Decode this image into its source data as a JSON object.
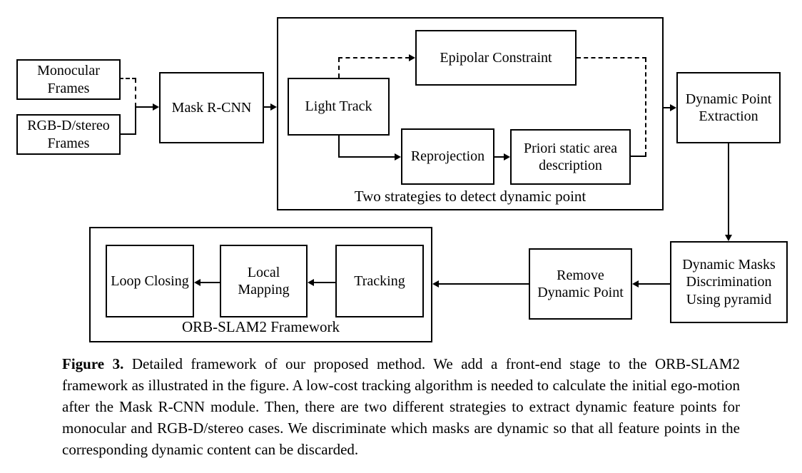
{
  "colors": {
    "background": "#ffffff",
    "line": "#000000",
    "text": "#000000"
  },
  "nodes": {
    "monocular": {
      "label": "Monocular\nFrames"
    },
    "rgbd": {
      "label": "RGB-D/stereo\nFrames"
    },
    "mask_rcnn": {
      "label": "Mask R-CNN"
    },
    "light_track": {
      "label": "Light Track"
    },
    "epipolar": {
      "label": "Epipolar Constraint"
    },
    "reprojection": {
      "label": "Reprojection"
    },
    "priori": {
      "label": "Priori static area\ndescription"
    },
    "dynamic_point_extraction": {
      "label": "Dynamic Point\nExtraction"
    },
    "dynamic_masks": {
      "label": "Dynamic Masks\nDiscrimination\nUsing pyramid"
    },
    "remove_dynamic_point": {
      "label": "Remove\nDynamic Point"
    },
    "tracking": {
      "label": "Tracking"
    },
    "local_mapping": {
      "label": "Local Mapping"
    },
    "loop_closing": {
      "label": "Loop Closing"
    }
  },
  "groups": {
    "two_strategies": {
      "label": "Two strategies to detect dynamic point"
    },
    "orb_slam2": {
      "label": "ORB-SLAM2 Framework"
    }
  },
  "figure": {
    "caption_label": "Figure 3.",
    "caption_text": "Detailed framework of our proposed method. We add a front-end stage to the ORB-SLAM2 framework as illustrated in the figure. A low-cost tracking algorithm is needed to calculate the initial ego-motion after the Mask R-CNN module. Then, there are two different strategies to extract dynamic feature points for monocular and RGB-D/stereo cases. We discriminate which masks are dynamic so that all feature points in the corresponding dynamic content can be discarded."
  }
}
